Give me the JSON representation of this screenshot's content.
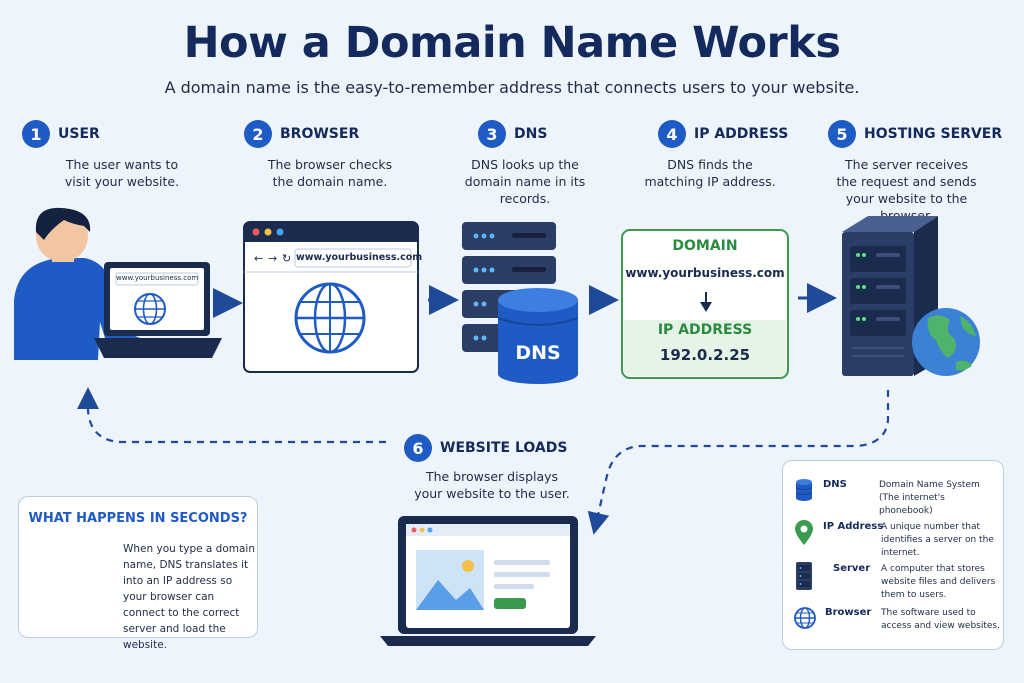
{
  "header": {
    "title": "How a Domain Name Works",
    "subtitle": "A domain name is the easy-to-remember address that connects users to your website."
  },
  "steps": [
    {
      "number": "1",
      "title": "USER",
      "description": "The user wants to visit your website."
    },
    {
      "number": "2",
      "title": "BROWSER",
      "description": "The browser checks the domain name."
    },
    {
      "number": "3",
      "title": "DNS",
      "description": "DNS looks up the domain name in its records."
    },
    {
      "number": "4",
      "title": "IP ADDRESS",
      "description": "DNS finds the matching IP address."
    },
    {
      "number": "5",
      "title": "HOSTING SERVER",
      "description": "The server receives the request and sends your website to the browser."
    },
    {
      "number": "6",
      "title": "WEBSITE LOADS",
      "description": "The browser displays your website to the user."
    }
  ],
  "laptop_url": "www.yourbusiness.com",
  "browser_url": "www.yourbusiness.com",
  "dns_label": "DNS",
  "ip_card": {
    "domain_label": "DOMAIN",
    "domain_value": "www.yourbusiness.com",
    "ip_label": "IP ADDRESS",
    "ip_value": "192.0.2.25"
  },
  "info_box": {
    "title": "WHAT HAPPENS IN SECONDS?",
    "text": "When you type a domain name, DNS translates it into an IP address so your browser can connect to the correct server and load the website."
  },
  "legend": [
    {
      "name": "DNS",
      "description": "Domain Name System (The internet's phonebook)",
      "icon": "database-icon"
    },
    {
      "name": "IP Address",
      "description": "A unique number that identifies a server on the internet.",
      "icon": "location-pin-icon"
    },
    {
      "name": "Server",
      "description": "A computer that stores website files and delivers them to users.",
      "icon": "server-icon"
    },
    {
      "name": "Browser",
      "description": "The software used to access and view websites.",
      "icon": "globe-icon"
    }
  ],
  "colors": {
    "primary_blue": "#1f5bc4",
    "navy": "#142a5c",
    "green": "#2a8a3e",
    "background": "#eef4fb"
  }
}
